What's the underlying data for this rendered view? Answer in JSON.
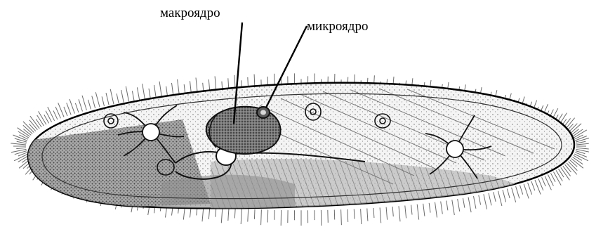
{
  "diagram": {
    "subject": "paramecium",
    "labels": {
      "macronucleus": "макроядро",
      "micronucleus": "микроядро"
    }
  },
  "colors": {
    "ink": "#000000",
    "background": "#ffffff",
    "shade_dark": "#4a4a4a",
    "shade_mid": "#8a8a8a",
    "shade_light": "#cfcfcf"
  }
}
